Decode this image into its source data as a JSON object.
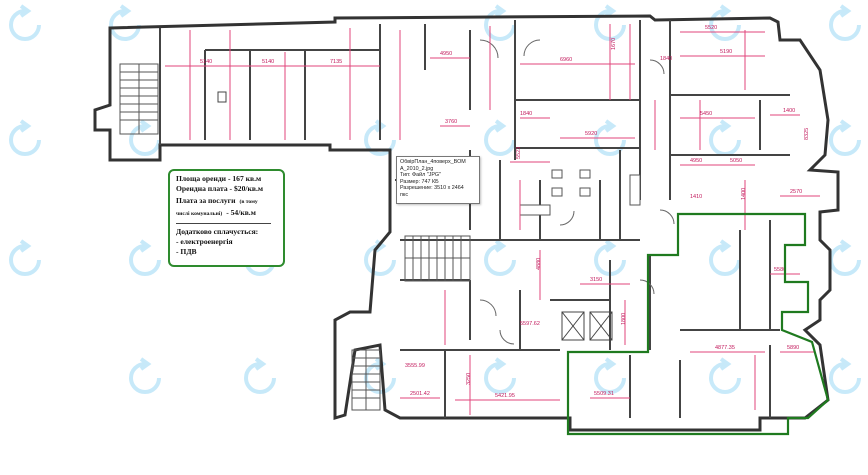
{
  "plan": {
    "info": {
      "area": "Площа оренди - 167 кв.м",
      "rent": "Орендна плата - $20/кв.м",
      "services_line1": "Плата за послуги",
      "services_line1_small": "(в тому",
      "services_line2_small": "числі комунальні)",
      "services_line2": " - 54/кв.м",
      "extra_title": "Додатково сплачується:",
      "extra_item1": "- електроенергія",
      "extra_item2": "- ПДВ"
    },
    "tooltip": {
      "line1": "ОбвірПлан_4поверх_ВОМ",
      "line2": "А_2010_2.jpg",
      "line3": "Тип: Файл \"JPG\"",
      "line4": "Размер: 747 КБ",
      "line5": "Разрешение: 3510 x 2464",
      "line6": "пкс"
    },
    "dimensions": [
      "5140",
      "5140",
      "7135",
      "4950",
      "6960",
      "5520",
      "5190",
      "3760",
      "1840",
      "5920",
      "5450",
      "5050",
      "4950",
      "5523",
      "3150",
      "4880",
      "5597.62",
      "3555.99",
      "2501.42",
      "5421.95",
      "5509.31",
      "4877.35",
      "5890",
      "5580",
      "2570",
      "1400",
      "1400",
      "8325",
      "1410",
      "1800",
      "1840",
      "1670",
      "3250"
    ]
  },
  "colors": {
    "walls": "#333333",
    "dimension": "#d6336c",
    "leased_outline": "#1f7a1f",
    "info_border": "#2e8b2e",
    "watermark": "#8fd3f4"
  },
  "watermark_icon": "refresh-circle-icon"
}
